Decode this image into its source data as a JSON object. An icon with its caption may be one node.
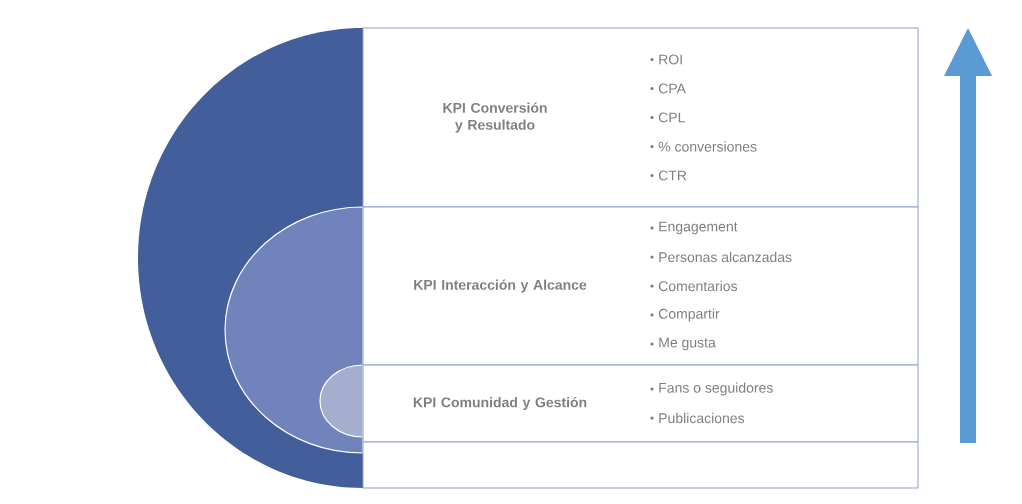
{
  "diagram": {
    "nodes": [
      {
        "text": [
          "KPI Conversión y Resultado",
          "ROI",
          "CPA",
          "CPL",
          "% conversiones",
          "CTR"
        ]
      },
      {
        "text": [
          "KPI Interacción y Alcance",
          "Engagement",
          "Personas alcanzadas",
          "Comentarios",
          "Compartir",
          "Me gusta"
        ]
      },
      {
        "text": [
          "KPI Comunidad y Gestión",
          "Fans o seguidores",
          "Publicaciones"
        ]
      },
      {
        "text": [],
        "shape": "box"
      }
    ]
  }
}
